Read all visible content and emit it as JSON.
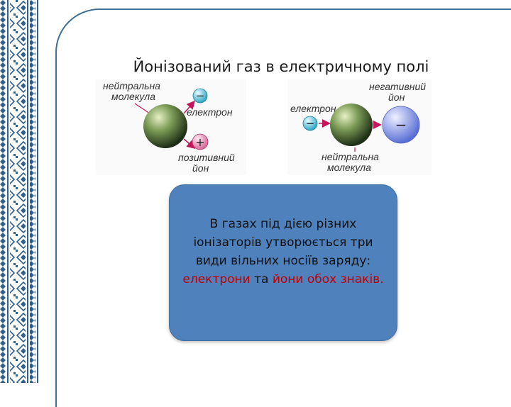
{
  "title": "Йонізований газ в електричному полі",
  "diagram_left": {
    "neutral_line1": "нейтральна",
    "neutral_line2": "молекула",
    "electron": "електрон",
    "positive_line1": "позитивний",
    "positive_line2": "йон",
    "minus_sign": "−",
    "plus_sign": "+"
  },
  "diagram_right": {
    "negative_line1": "негативний",
    "negative_line2": "йон",
    "electron": "електрон",
    "neutral_line1": "нейтральна",
    "neutral_line2": "молекула",
    "minus_sign": "−",
    "minus_sign_ion": "−"
  },
  "info": {
    "text_part1": "В газах під дією різних іонізаторів утворюється три види вільних носіїв заряду: ",
    "highlight1": "електрони",
    "conjunction": " та ",
    "highlight2": "йони обох знаків."
  },
  "colors": {
    "box_fill": "#4f81bd",
    "highlight": "#c00000",
    "frame": "#3f6f95",
    "ornament": "#2f5f8a"
  }
}
